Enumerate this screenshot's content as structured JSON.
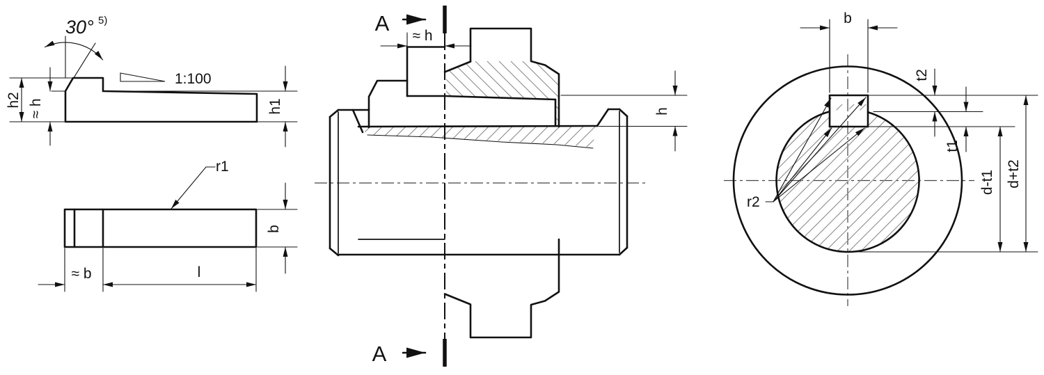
{
  "drawing": {
    "background": "#ffffff",
    "line_color": "#111111",
    "hatch_color": "#8a8a8a",
    "views": {
      "key_side": {
        "angle": "30°",
        "angle_footnote": "5)",
        "taper_ratio": "1:100",
        "dim_h2": "h2",
        "dim_approx_h": "≈ h",
        "dim_h1": "h1"
      },
      "key_plan": {
        "radius_label": "r1",
        "dim_b": "b",
        "dim_approx_b": "≈ b",
        "dim_length": "l"
      },
      "assembly": {
        "section_letter": "A",
        "dim_approx_h": "≈ h",
        "dim_h": "h"
      },
      "hub_section": {
        "dim_b": "b",
        "dim_t2": "t2",
        "dim_t1": "t1",
        "dim_d_minus_t1": "d-t1",
        "dim_d_plus_t2": "d+t2",
        "radius_label": "r2"
      }
    }
  }
}
